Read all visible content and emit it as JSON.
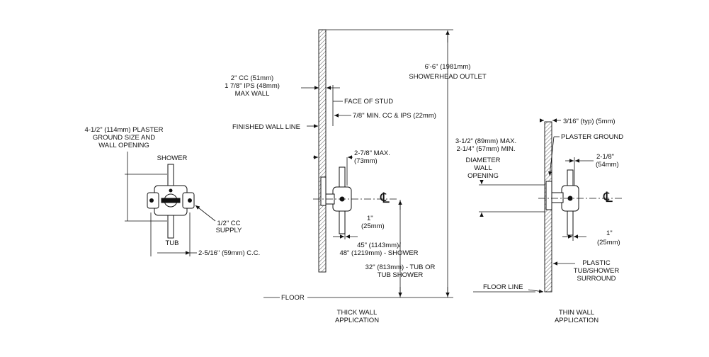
{
  "front_view": {
    "plaster_ground_1": "4-1/2\" (114mm) PLASTER",
    "plaster_ground_2": "GROUND SIZE AND",
    "plaster_ground_3": "WALL OPENING",
    "shower": "SHOWER",
    "supply_1": "1/2\" CC",
    "supply_2": "SUPPLY",
    "tub": "TUB",
    "cc_spacing": "2-5/16\" (59mm) C.C."
  },
  "thick_wall": {
    "showerhead_1": "6'-6\" (1981mm)",
    "showerhead_2": "SHOWERHEAD OUTLET",
    "max_wall_1": "2\" CC (51mm)",
    "max_wall_2": "1 7/8\" IPS (48mm)",
    "max_wall_3": "MAX WALL",
    "face_of_stud": "FACE OF STUD",
    "finished_wall_line": "FINISHED WALL LINE",
    "min_cc_ips": "7/8\" MIN. CC & IPS (22mm)",
    "max_depth_1": "2-7/8\" MAX.",
    "max_depth_2": "(73mm)",
    "centerline": "℄",
    "one_inch_1": "1\"",
    "one_inch_2": "(25mm)",
    "height_shower_1": "45\" (1143mm)/",
    "height_shower_2": "48\" (1219mm) - SHOWER",
    "height_tub_1": "32\" (813mm) - TUB OR",
    "height_tub_2": "TUB SHOWER",
    "floor": "FLOOR",
    "caption_1": "THICK WALL",
    "caption_2": "APPLICATION"
  },
  "thin_wall": {
    "typ": "3/16\" (typ) (5mm)",
    "plaster_ground": "PLASTER GROUND",
    "max_min_1": "3-1/2\" (89mm) MAX.",
    "max_min_2": "2-1/4\" (57mm) MIN.",
    "diameter_1": "DIAMETER",
    "diameter_2": "WALL",
    "diameter_3": "OPENING",
    "depth_1": "2-1/8\"",
    "depth_2": "(54mm)",
    "centerline": "℄",
    "one_inch_1": "1\"",
    "one_inch_2": "(25mm)",
    "surround_1": "PLASTIC",
    "surround_2": "TUB/SHOWER",
    "surround_3": "SURROUND",
    "floor_line": "FLOOR LINE",
    "caption_1": "THIN WALL",
    "caption_2": "APPLICATION"
  }
}
